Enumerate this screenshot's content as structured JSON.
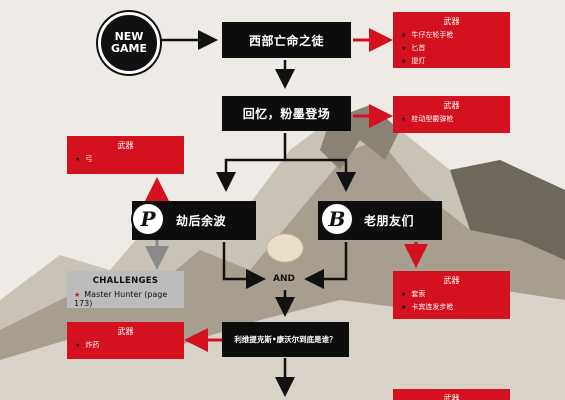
{
  "new_game": {
    "line1": "NEW",
    "line2": "GAME"
  },
  "nodes": {
    "west": "西部亡命之徒",
    "memory": "回忆，粉墨登场",
    "aftermath": "劫后余波",
    "old_friends": "老朋友们",
    "question": "利维提克斯•康沃尔到底是谁？",
    "and": "AND"
  },
  "badges": {
    "p": "P",
    "b": "B"
  },
  "weapon_boxes": {
    "box1": {
      "title": "武器",
      "items": [
        "牛仔左轮手枪",
        "匕首",
        "提灯"
      ]
    },
    "box2": {
      "title": "武器",
      "items": [
        "栓动型霰弹枪"
      ]
    },
    "box3": {
      "title": "武器",
      "items": [
        "弓"
      ]
    },
    "box4": {
      "title": "武器",
      "items": [
        "套索",
        "卡宾连发步枪"
      ]
    },
    "box5": {
      "title": "武器",
      "items": [
        "炸药"
      ]
    },
    "box6": {
      "title": "武器"
    }
  },
  "challenges": {
    "title": "CHALLENGES",
    "item": "Master Hunter (page 173)"
  },
  "colors": {
    "red": "#d4121f",
    "black": "#0d0d0d",
    "grey": "#bdbcbc"
  }
}
